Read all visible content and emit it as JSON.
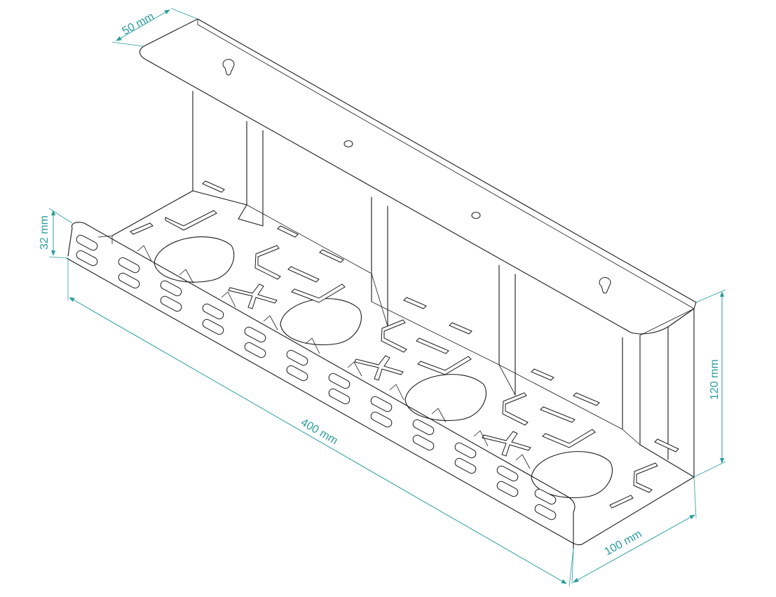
{
  "dimensions": {
    "length": "400 mm",
    "depth": "100 mm",
    "height": "120 mm",
    "top_flange": "50 mm",
    "front_wall": "32 mm"
  },
  "colors": {
    "outline": "#1a1a1a",
    "dimension": "#2a9d9d",
    "background": "#ffffff"
  }
}
